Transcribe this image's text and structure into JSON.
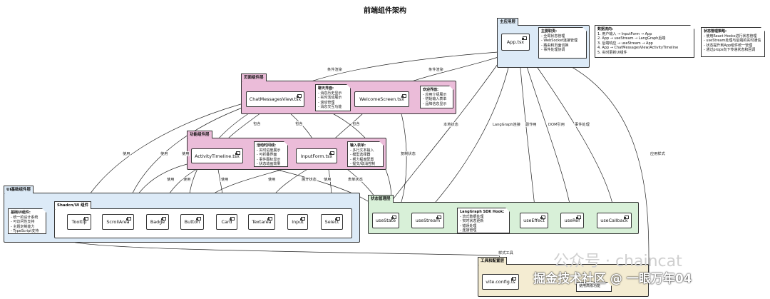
{
  "title": "前端组件架构",
  "colors": {
    "main_layer": "#dceaf7",
    "page_layer": "#ebbcd9",
    "feature_layer": "#ebbcd9",
    "ui_layer": "#dceaf7",
    "state_layer": "#d8f0d8",
    "config_layer": "#f4ecd2"
  },
  "packages": {
    "main": "主应用层",
    "page": "页面组件层",
    "feature": "功能组件层",
    "ui": "UI基础组件层",
    "shadcn": "Shadcn/UI 组件",
    "state": "状态管理层",
    "config": "工具和配置层"
  },
  "components": {
    "app": "App.tsx",
    "chat_messages_view": "ChatMessagesView.tsx",
    "welcome_screen": "WelcomeScreen.tsx",
    "activity_timeline": "ActivityTimeline.tsx",
    "input_form": "InputForm.tsx",
    "tooltip": "Tooltip",
    "scroll_area": "ScrollArea",
    "badge": "Badge",
    "button": "Button",
    "card": "Card",
    "textarea": "Textarea",
    "input": "Input",
    "select": "Select",
    "use_state": "useState",
    "use_stream": "useStream",
    "use_effect": "useEffect",
    "use_ref": "useRef",
    "use_callback": "useCallback",
    "vite_config": "vite.config.ts"
  },
  "notes": {
    "app": {
      "title": "主要职责:",
      "items": [
        "- 全局状态管理",
        "- WebSocket连接管理",
        "- 路由和页面切换",
        "- 事件处理协调"
      ]
    },
    "data_flow": {
      "title": "数据流向:",
      "items": [
        "1. 用户输入 → InputForm → App",
        "2. App → useStream → LangGraph后端",
        "3. 后端响应 → useStream → App",
        "4. App → ChatMessagesView/ActivityTimeline",
        "5. 实时更新UI组件"
      ]
    },
    "state_strategy": {
      "title": "状态管理策略:",
      "items": [
        "- 使用React Hooks进行状态管理",
        "- useStream处理与后端的实时通信",
        "- 状态提升到App组件统一管理",
        "- 通过props向下传递状态和回调"
      ]
    },
    "chat": {
      "title": "聊天界面:",
      "items": [
        "- 消息历史显示",
        "- 实时活动展示",
        "- 滚动管理",
        "- 消息交互功能"
      ]
    },
    "welcome": {
      "title": "欢迎界面:",
      "items": [
        "- 应用介绍展示",
        "- 初始输入表单",
        "- 品牌信息显示"
      ]
    },
    "activity": {
      "title": "活动时间线:",
      "items": [
        "- 实时进度展示",
        "- 可折叠界面",
        "- 事件图标显示",
        "- 状态动画效果"
      ]
    },
    "input": {
      "title": "输入表单:",
      "items": [
        "- 多行文本输入",
        "- 模型选择器",
        "- 努力程度配置",
        "- 提交/取消控制"
      ]
    },
    "ui": {
      "title": "基础UI组件:",
      "items": [
        "- 统一的设计系统",
        "- 可访问性支持",
        "- 主题定制能力",
        "- TypeScript支持"
      ]
    },
    "langgraph": {
      "title": "LangGraph SDK Hook:",
      "items": [
        "- 流式数据处理",
        "- 实时状态更新",
        "- 错误处理",
        "- 连接管理"
      ]
    },
    "config": {
      "title": "",
      "items": [
        "使用高级功能"
      ]
    }
  },
  "edges": {
    "render_chat": "条件渲染",
    "render_welcome": "条件渲染",
    "local_state": "本地状态",
    "langgraph_conn": "LangGraph连接",
    "side_effect": "副作用",
    "dom_ref": "DOM引用",
    "event_handler": "事件处理",
    "apply_style": "应用样式",
    "contains_1": "包含",
    "contains_2": "包含",
    "contains_3": "包含",
    "use_1": "使用",
    "use_2": "使用",
    "use_3": "使用",
    "use_4": "使用",
    "use_5": "使用",
    "use_6": "使用",
    "use_7": "使用",
    "use_8": "使用",
    "copy_state": "复制状态",
    "expand_state": "展开状态",
    "form_state": "表单状态",
    "style_tool": "样式工具"
  },
  "watermark": {
    "line1": "公众号 · chaincat",
    "line2": "掘金技术社区 @ 一眼万年04"
  }
}
